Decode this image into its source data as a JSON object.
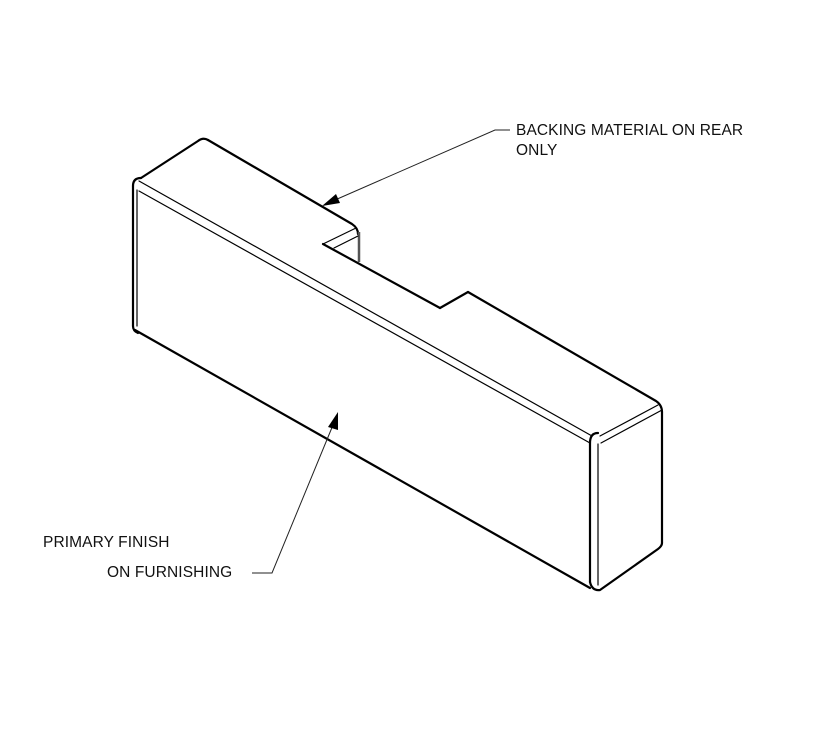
{
  "drawing": {
    "type": "isometric technical drawing",
    "subject": "rectangular furnishing block with rear notch",
    "line_color": "#000000",
    "background": "#ffffff"
  },
  "callouts": [
    {
      "id": "backing",
      "lines": [
        "BACKING MATERIAL ON REAR",
        "ONLY"
      ]
    },
    {
      "id": "primary",
      "lines": [
        "PRIMARY FINISH",
        "ON FURNISHING"
      ]
    }
  ]
}
